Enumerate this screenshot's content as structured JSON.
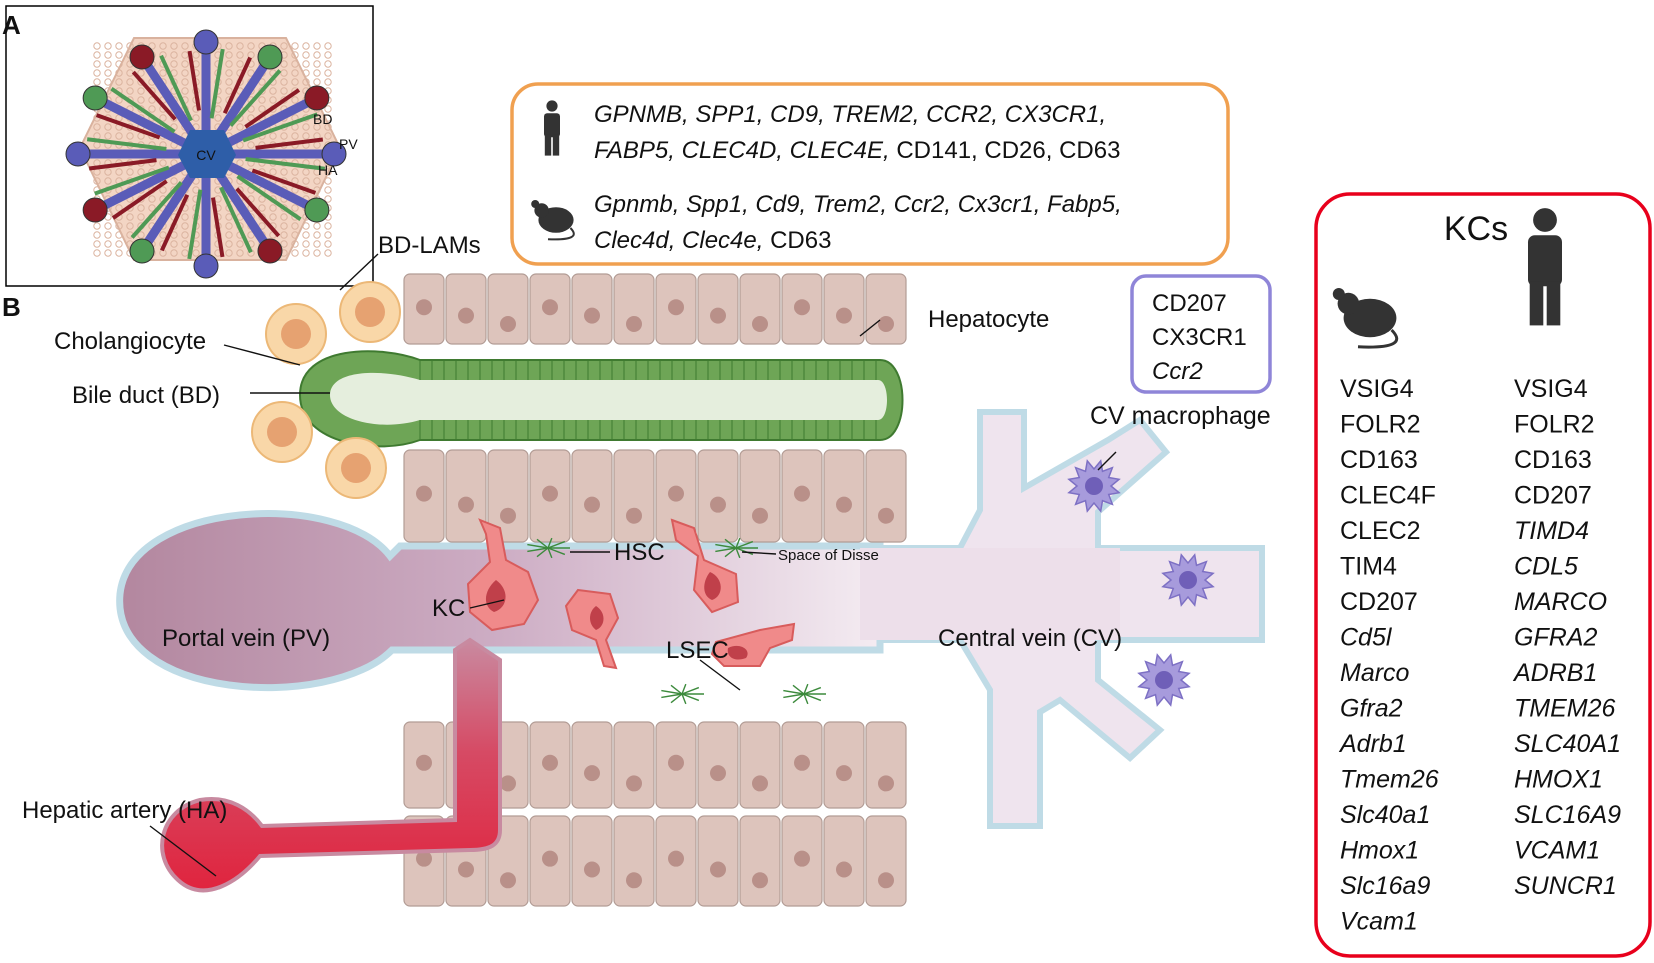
{
  "panels": {
    "a": "A",
    "b": "B"
  },
  "panel_a": {
    "cv": "CV",
    "bd": "BD",
    "pv": "PV",
    "ha": "HA"
  },
  "bd_lams": {
    "title": "BD-LAMs",
    "human": [
      {
        "text": "GPNMB, SPP1, CD9, TREM2, CCR2, CX3CR1,",
        "italic": true
      },
      {
        "text": "FABP5, CLEC4D, CLEC4E, ",
        "italic": true,
        "tail": "CD141, CD26, CD63"
      }
    ],
    "mouse": [
      {
        "text": "Gpnmb, Spp1, Cd9, Trem2, Ccr2, Cx3cr1, Fabp5,",
        "italic": true
      },
      {
        "text": "Clec4d, Clec4e, ",
        "italic": true,
        "tail": "CD63"
      }
    ]
  },
  "cv_macrophage": {
    "title": "CV macrophage",
    "markers": [
      "CD207",
      "CX3CR1",
      "Ccr2"
    ]
  },
  "labels": {
    "hepatocyte": "Hepatocyte",
    "cholangiocyte": "Cholangiocyte",
    "bile_duct": "Bile duct (BD)",
    "hsc": "HSC",
    "space_of_disse": "Space of Disse",
    "kc": "KC",
    "lsec": "LSEC",
    "portal_vein": "Portal vein (PV)",
    "central_vein": "Central vein (CV)",
    "hepatic_artery": "Hepatic artery (HA)"
  },
  "kcs": {
    "title": "KCs",
    "mouse": [
      {
        "t": "VSIG4",
        "i": false
      },
      {
        "t": "FOLR2",
        "i": false
      },
      {
        "t": "CD163",
        "i": false
      },
      {
        "t": "CLEC4F",
        "i": false
      },
      {
        "t": "CLEC2",
        "i": false
      },
      {
        "t": "TIM4",
        "i": false
      },
      {
        "t": "CD207",
        "i": false
      },
      {
        "t": "Cd5l",
        "i": true
      },
      {
        "t": "Marco",
        "i": true
      },
      {
        "t": "Gfra2",
        "i": true
      },
      {
        "t": "Adrb1",
        "i": true
      },
      {
        "t": "Tmem26",
        "i": true
      },
      {
        "t": "Slc40a1",
        "i": true
      },
      {
        "t": "Hmox1",
        "i": true
      },
      {
        "t": "Slc16a9",
        "i": true
      },
      {
        "t": "Vcam1",
        "i": true
      }
    ],
    "human": [
      {
        "t": "VSIG4",
        "i": false
      },
      {
        "t": "FOLR2",
        "i": false
      },
      {
        "t": "CD163",
        "i": false
      },
      {
        "t": "CD207",
        "i": false
      },
      {
        "t": "TIMD4",
        "i": true
      },
      {
        "t": "CDL5",
        "i": true
      },
      {
        "t": "MARCO",
        "i": true
      },
      {
        "t": "GFRA2",
        "i": true
      },
      {
        "t": "ADRB1",
        "i": true
      },
      {
        "t": "TMEM26",
        "i": true
      },
      {
        "t": "SLC40A1",
        "i": true
      },
      {
        "t": "HMOX1",
        "i": true
      },
      {
        "t": "SLC16A9",
        "i": true
      },
      {
        "t": "VCAM1",
        "i": true
      },
      {
        "t": "SUNCR1",
        "i": true
      }
    ]
  },
  "colors": {
    "orange": "#f0a050",
    "orange_text": "#f0a050",
    "red": "#e8001c",
    "purple": "#8f85d8",
    "portal": "#b68cab",
    "central": "#ede2ec",
    "hepatocyte": "#ddc4bc",
    "nucleus": "#b99089",
    "bile": "#6aa050",
    "artery": "#d8283c",
    "lining": "#cfe6ee"
  }
}
